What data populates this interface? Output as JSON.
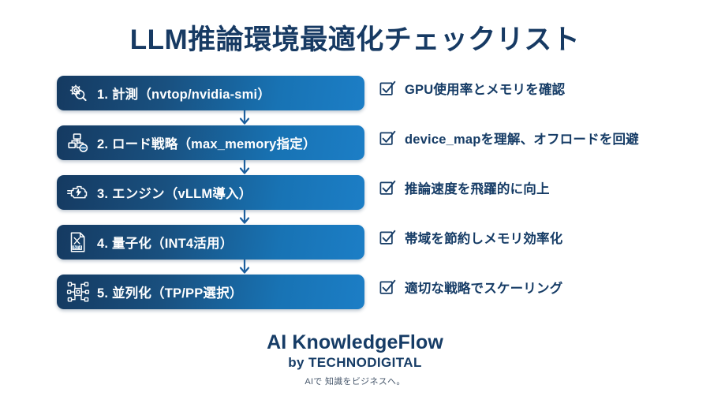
{
  "title": "LLM推論環境最適化チェックリスト",
  "colors": {
    "background": "#ffffff",
    "title_navy": "#173a63",
    "box_gradient_start": "#153a61",
    "box_gradient_end": "#1c7ec6",
    "check_text": "#163c66",
    "arrow": "#1c5f9e",
    "tagline": "#4a5a6e"
  },
  "steps": [
    {
      "number": "1.",
      "label": "1. 計測（nvtop/nvidia-smi）",
      "icon": "gear-magnifier-icon",
      "check": "GPU使用率とメモリを確認",
      "check_icon": "check-square-icon"
    },
    {
      "number": "2.",
      "label": "2. ロード戦略（max_memory指定）",
      "icon": "sitemap-minus-icon",
      "check": "device_mapを理解、オフロードを回避",
      "check_icon": "check-square-icon"
    },
    {
      "number": "3.",
      "label": "3. エンジン（vLLM導入）",
      "icon": "engine-bolt-icon",
      "check": "推論速度を飛躍的に向上",
      "check_icon": "check-square-icon"
    },
    {
      "number": "4.",
      "label": "4. 量子化（INT4活用）",
      "icon": "file-compress-int4-icon",
      "check": "帯域を節約しメモリ効率化",
      "check_icon": "check-square-icon"
    },
    {
      "number": "5.",
      "label": "5. 並列化（TP/PP選択）",
      "icon": "microchip-network-icon",
      "check": "適切な戦略でスケーリング",
      "check_icon": "check-square-icon"
    }
  ],
  "arrow_icon": "arrow-down-icon",
  "footer": {
    "brand": "AI KnowledgeFlow",
    "by": "by TECHNODIGITAL",
    "tagline": "AIで 知識をビジネスへ。"
  }
}
